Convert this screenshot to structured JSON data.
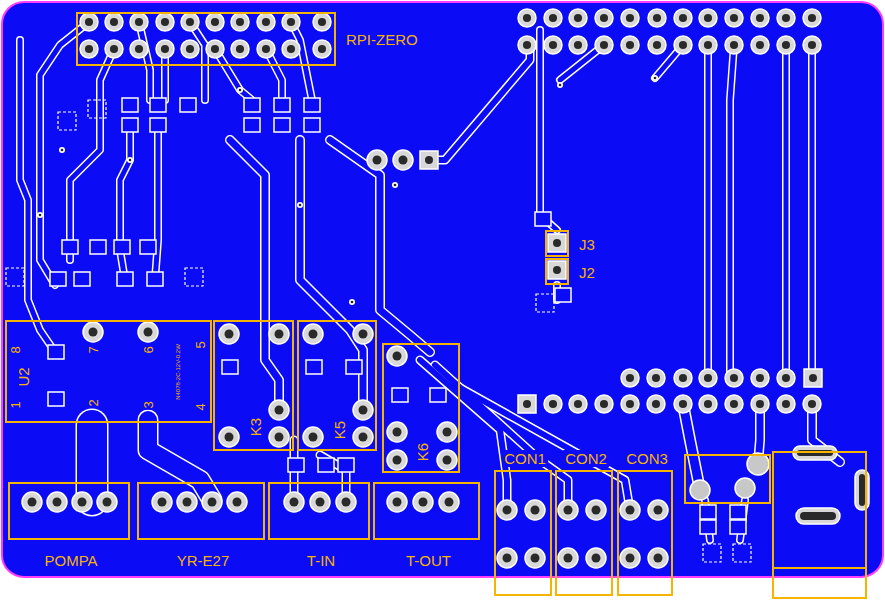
{
  "diagram": {
    "nodes": [
      {
        "text": [
          "RPI-ZERO"
        ]
      },
      {
        "text": [
          "J3"
        ]
      },
      {
        "text": [
          "J2"
        ]
      },
      {
        "text": [
          "U2"
        ]
      },
      {
        "text": [
          "K3"
        ]
      },
      {
        "text": [
          "K5"
        ]
      },
      {
        "text": [
          "K6"
        ]
      },
      {
        "text": [
          "CON1"
        ]
      },
      {
        "text": [
          "CON2"
        ]
      },
      {
        "text": [
          "CON3"
        ]
      },
      {
        "text": [
          "POMPA"
        ]
      },
      {
        "text": [
          "YR-E27"
        ]
      },
      {
        "text": [
          "T-IN"
        ]
      },
      {
        "text": [
          "T-OUT"
        ]
      }
    ],
    "labels": [
      "8",
      "7",
      "6",
      "5",
      "1",
      "2",
      "3",
      "4",
      "N4078-2C-12V-0.2W"
    ]
  }
}
